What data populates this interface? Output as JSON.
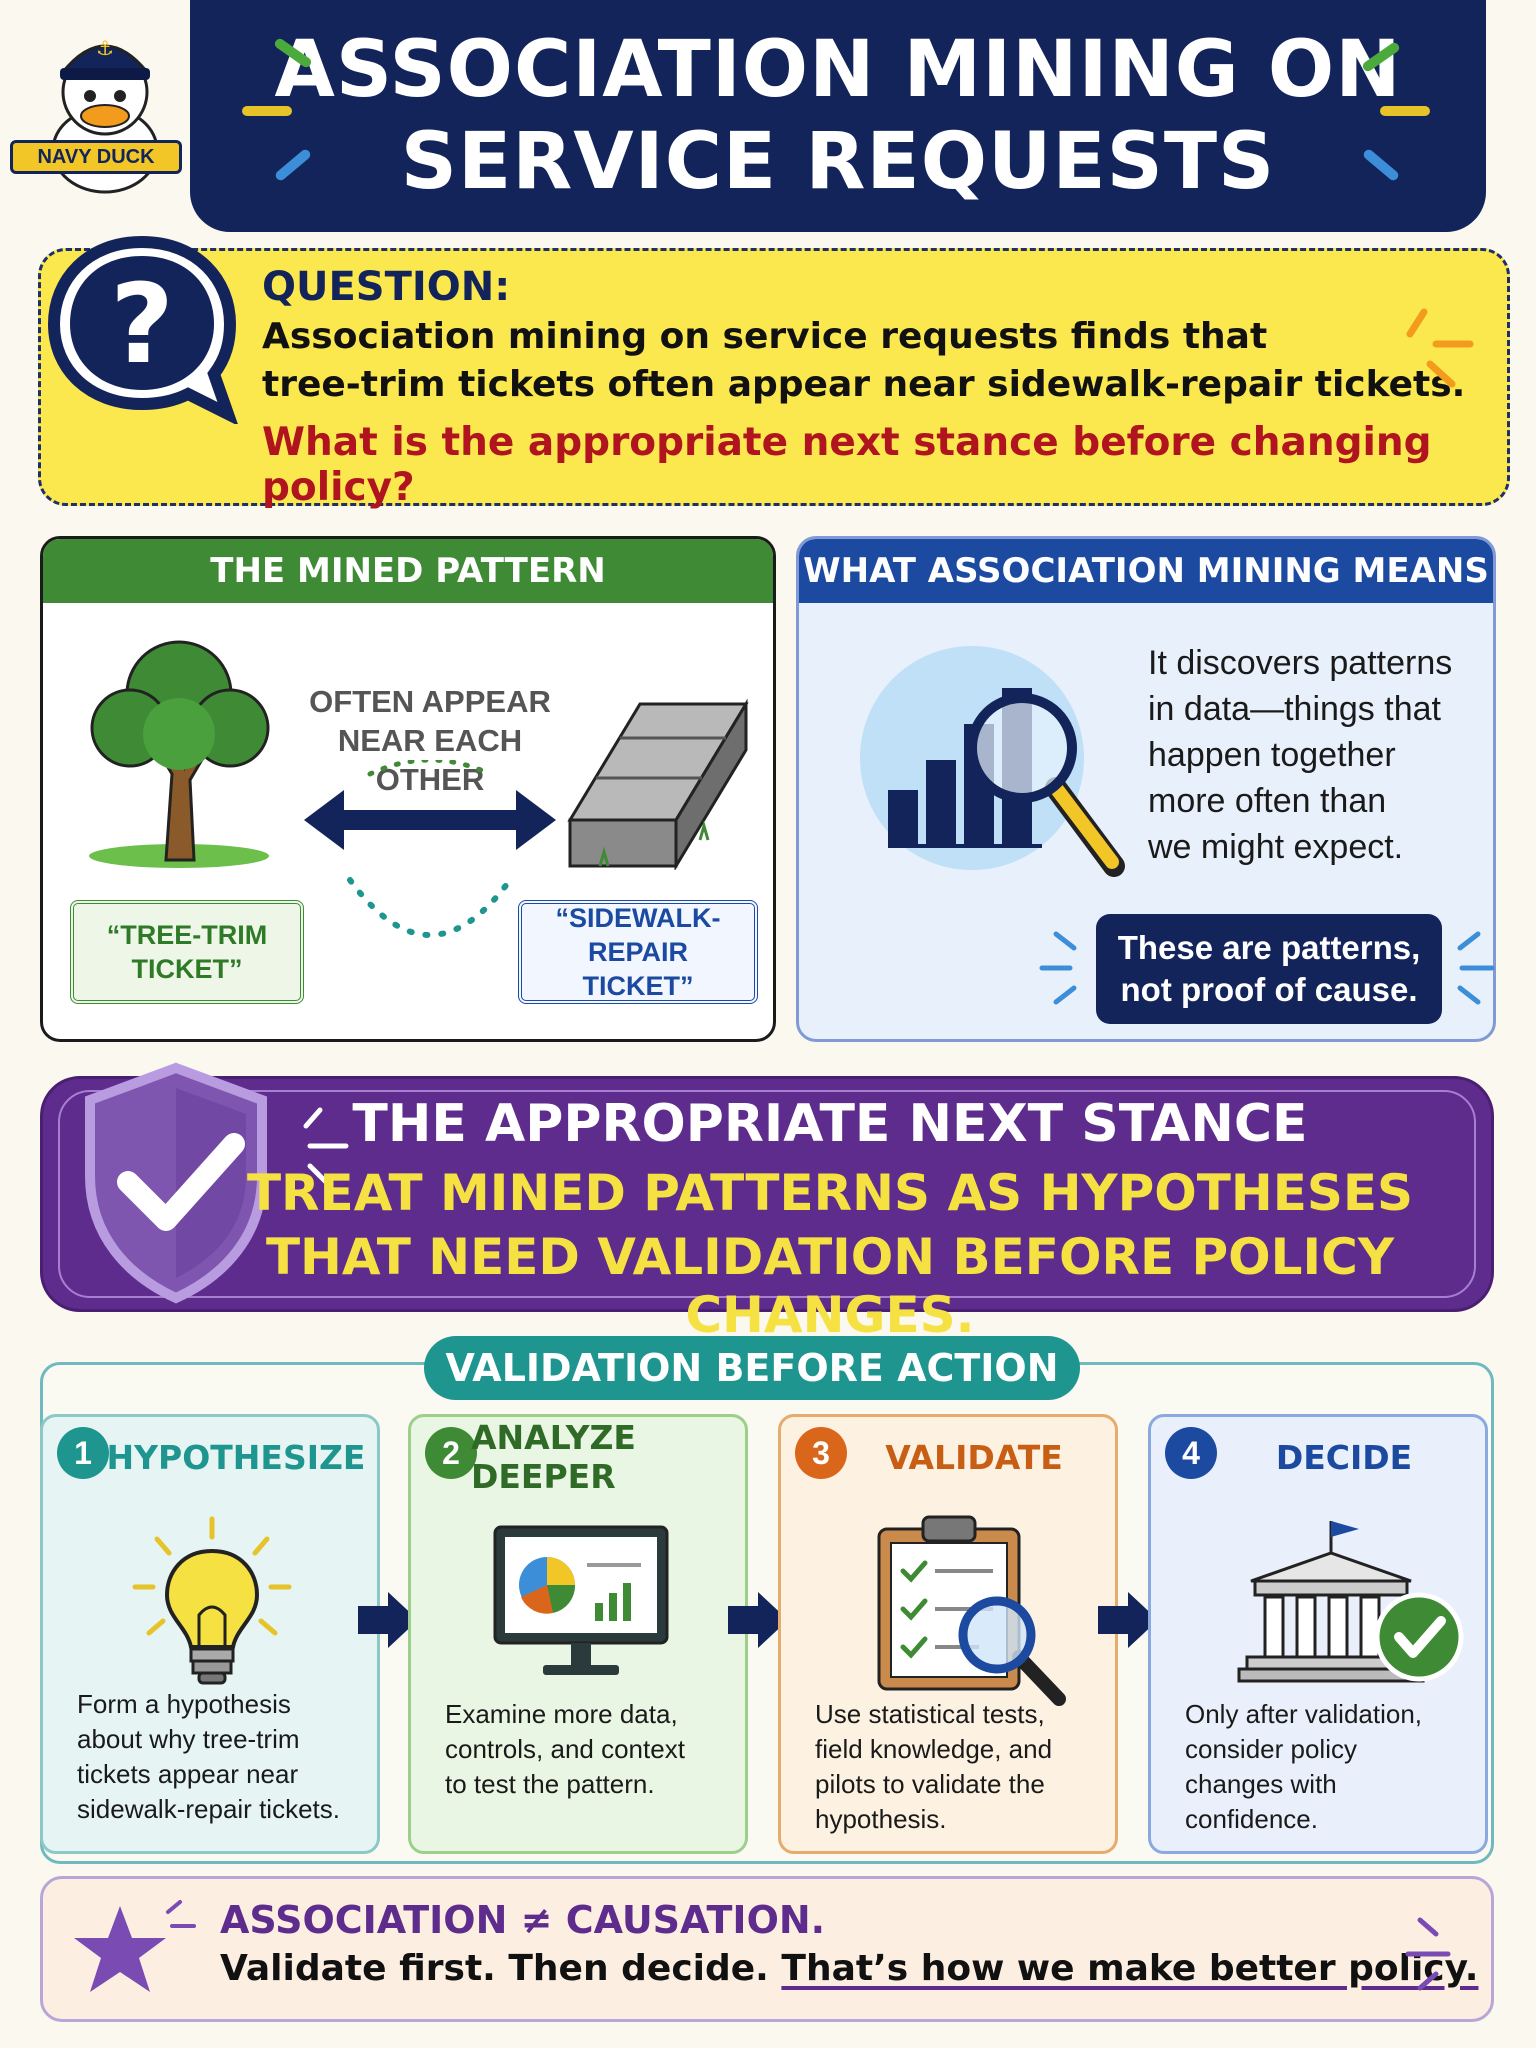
{
  "header": {
    "title_line1": "ASSOCIATION MINING ON",
    "title_line2": "SERVICE REQUESTS",
    "mascot_label": "NAVY DUCK",
    "mascot_icon": "navy-duck-mascot"
  },
  "question": {
    "label": "QUESTION:",
    "line1": "Association mining on service requests finds that",
    "line2": "tree-trim tickets often appear near sidewalk-repair tickets.",
    "highlight": "What is the appropriate next stance before changing policy?"
  },
  "mined_pattern": {
    "heading": "THE MINED PATTERN",
    "connector_line1": "OFTEN APPEAR",
    "connector_line2": "NEAR EACH OTHER",
    "left_ticket_line1": "“TREE-TRIM",
    "left_ticket_line2": "TICKET”",
    "right_ticket_line1": "“SIDEWALK-REPAIR",
    "right_ticket_line2": "TICKET”"
  },
  "mining_means": {
    "heading": "WHAT ASSOCIATION MINING MEANS",
    "text_lines": [
      "It discovers patterns",
      "in data—things that",
      "happen together",
      "more often than",
      "we might expect."
    ],
    "note_line1": "These are patterns,",
    "note_line2": "not proof of cause."
  },
  "stance": {
    "title": "THE APPROPRIATE NEXT STANCE",
    "line1": "TREAT MINED PATTERNS AS HYPOTHESES",
    "line2": "THAT NEED VALIDATION BEFORE POLICY CHANGES."
  },
  "validation": {
    "title": "VALIDATION BEFORE ACTION",
    "steps": [
      {
        "num": "1",
        "title": "HYPOTHESIZE",
        "lines": [
          "Form a hypothesis",
          "about why tree-trim",
          "tickets appear near",
          "sidewalk-repair tickets."
        ]
      },
      {
        "num": "2",
        "title": "ANALYZE DEEPER",
        "lines": [
          "Examine more data,",
          "controls, and context",
          "to test the pattern."
        ]
      },
      {
        "num": "3",
        "title": "VALIDATE",
        "lines": [
          "Use statistical tests,",
          "field knowledge, and",
          "pilots to validate the",
          "hypothesis."
        ]
      },
      {
        "num": "4",
        "title": "DECIDE",
        "lines": [
          "Only after validation,",
          "consider policy",
          "changes with",
          "confidence."
        ]
      }
    ]
  },
  "bottom": {
    "line1": "ASSOCIATION ≠ CAUSATION.",
    "line2_start": "Validate first. Then decide. ",
    "line2_underlined": "That’s how we make better policy."
  },
  "colors": {
    "navy": "#13245b",
    "yellow": "#fbe84f",
    "green": "#3f8a35",
    "blue": "#1b4aa0",
    "purple": "#5e2c8c",
    "teal": "#1f958f",
    "orange": "#d9661a",
    "red": "#b0141e"
  }
}
